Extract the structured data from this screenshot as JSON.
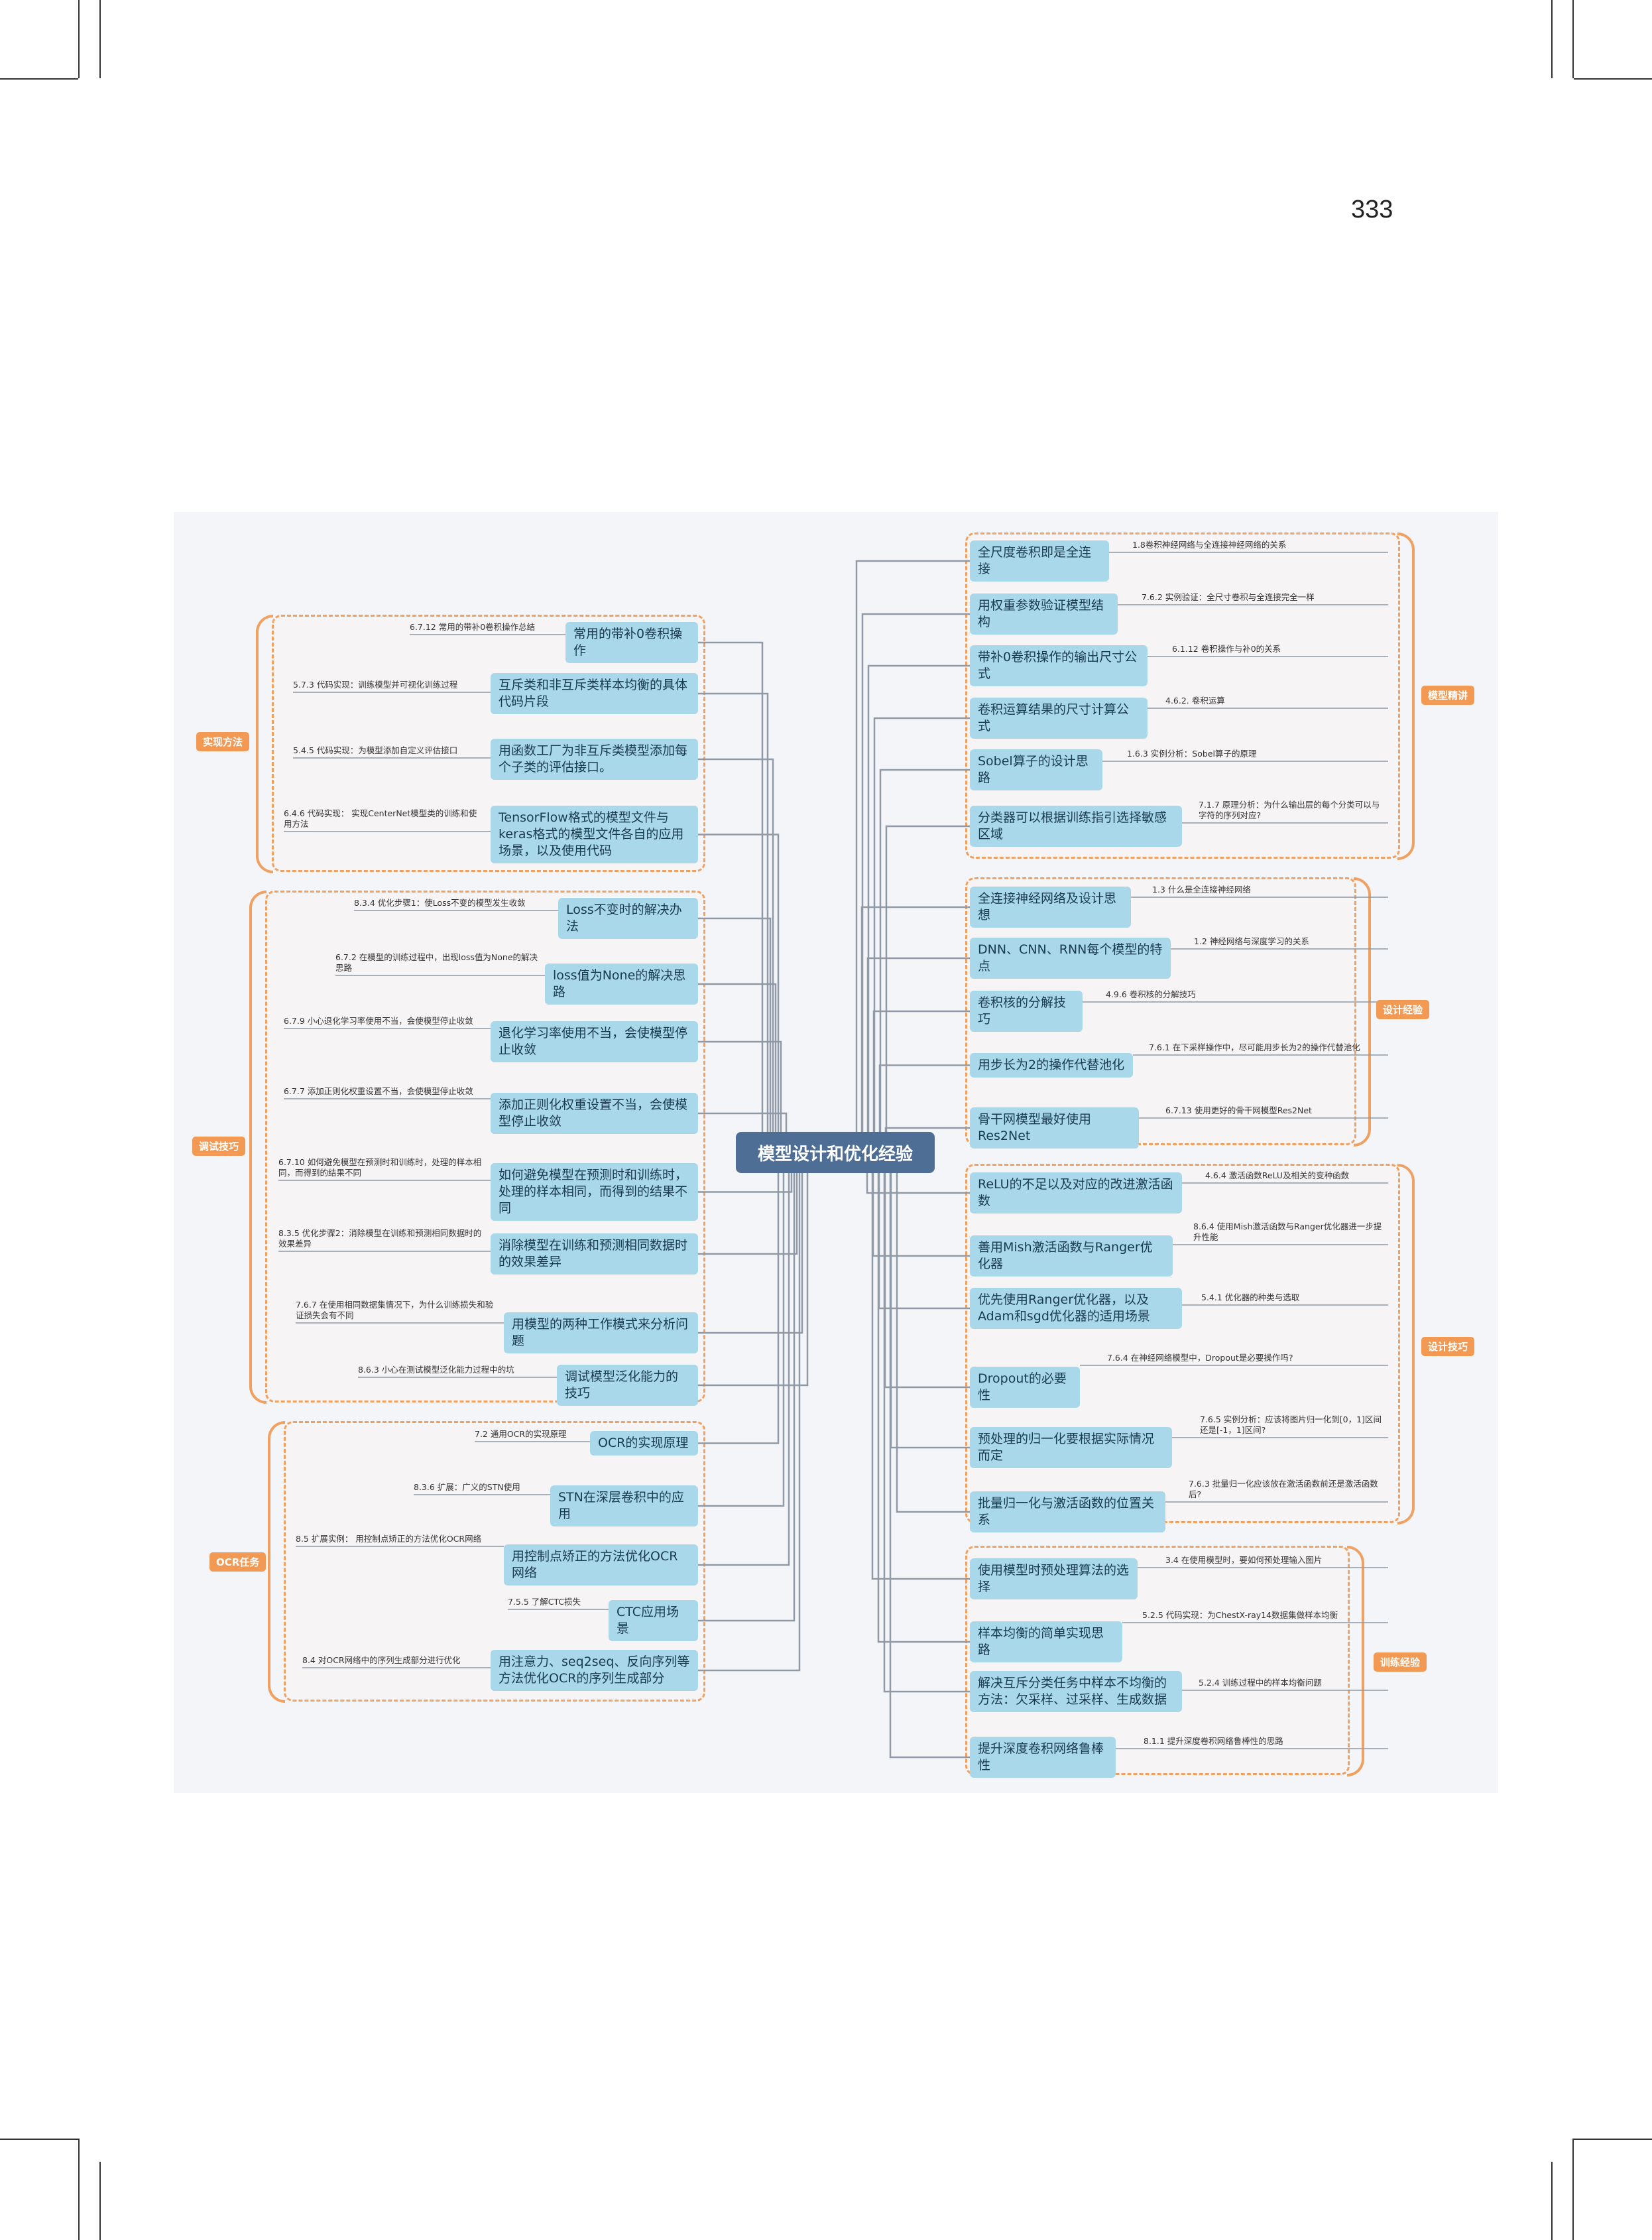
{
  "page_number": "333",
  "center": "模型设计和优化经验",
  "groups": [
    {
      "label": "实现方法",
      "nodes": [
        {
          "text": "常用的带补0卷积操作",
          "note": "6.7.12  常用的带补0卷积操作总结"
        },
        {
          "text": "互斥类和非互斥类样本均衡的具体代码片段",
          "note": "5.7.3  代码实现：训练模型并可视化训练过程"
        },
        {
          "text": "用函数工厂为非互斥类模型添加每个子类的评估接口。",
          "note": "5.4.5  代码实现：为模型添加自定义评估接口"
        },
        {
          "text": "TensorFlow格式的模型文件与keras格式的模型文件各自的应用场景，以及使用代码",
          "note": "6.4.6  代码实现：  实现CenterNet模型类的训练和使用方法"
        }
      ]
    },
    {
      "label": "调试技巧",
      "nodes": [
        {
          "text": "Loss不变时的解决办法",
          "note": "8.3.4  优化步骤1：使Loss不变的模型发生收敛"
        },
        {
          "text": "loss值为None的解决思路",
          "note": "6.7.2  在模型的训练过程中，出现loss值为None的解决思路"
        },
        {
          "text": "退化学习率使用不当，会使模型停止收敛",
          "note": "6.7.9  小心退化学习率使用不当，会使模型停止收敛"
        },
        {
          "text": "添加正则化权重设置不当，会使模型停止收敛",
          "note": "6.7.7  添加正则化权重设置不当，会使模型停止收敛"
        },
        {
          "text": "如何避免模型在预测时和训练时，处理的样本相同，而得到的结果不同",
          "note": "6.7.10  如何避免模型在预测时和训练时，处理的样本相同，而得到的结果不同"
        },
        {
          "text": "消除模型在训练和预测相同数据时的效果差异",
          "note": "8.3.5  优化步骤2：消除模型在训练和预测相同数据时的效果差异"
        },
        {
          "text": "用模型的两种工作模式来分析问题",
          "note": "7.6.7  在使用相同数据集情况下，为什么训练损失和验证损失会有不同"
        },
        {
          "text": "调试模型泛化能力的技巧",
          "note": "8.6.3  小心在测试模型泛化能力过程中的坑"
        }
      ]
    },
    {
      "label": "OCR任务",
      "nodes": [
        {
          "text": "OCR的实现原理",
          "note": "7.2 通用OCR的实现原理"
        },
        {
          "text": "STN在深层卷积中的应用",
          "note": "8.3.6  扩展：广义的STN使用"
        },
        {
          "text": "用控制点矫正的方法优化OCR网络",
          "note": "8.5 扩展实例：  用控制点矫正的方法优化OCR网络"
        },
        {
          "text": "CTC应用场景",
          "note": "7.5.5  了解CTC损失"
        },
        {
          "text": "用注意力、seq2seq、反向序列等方法优化OCR的序列生成部分",
          "note": "8.4 对OCR网络中的序列生成部分进行优化"
        }
      ]
    },
    {
      "label": "模型精讲",
      "nodes": [
        {
          "text": "全尺度卷积即是全连接",
          "note": "1.8卷积神经网络与全连接神经网络的关系"
        },
        {
          "text": "用权重参数验证模型结构",
          "note": "7.6.2  实例验证：全尺寸卷积与全连接完全一样"
        },
        {
          "text": "带补0卷积操作的输出尺寸公式",
          "note": "6.1.12  卷积操作与补0的关系"
        },
        {
          "text": "卷积运算结果的尺寸计算公式",
          "note": "4.6.2. 卷积运算"
        },
        {
          "text": "Sobel算子的设计思路",
          "note": "1.6.3  实例分析：Sobel算子的原理"
        },
        {
          "text": "分类器可以根据训练指引选择敏感区域",
          "note": "7.1.7  原理分析：为什么输出层的每个分类可以与字符的序列对应?"
        }
      ]
    },
    {
      "label": "设计经验",
      "nodes": [
        {
          "text": "全连接神经网络及设计思想",
          "note": "1.3  什么是全连接神经网络"
        },
        {
          "text": "DNN、CNN、RNN每个模型的特点",
          "note": "1.2  神经网络与深度学习的关系"
        },
        {
          "text": "卷积核的分解技巧",
          "note": "4.9.6  卷积核的分解技巧"
        },
        {
          "text": "用步长为2的操作代替池化",
          "note": "7.6.1  在下采样操作中，尽可能用步长为2的操作代替池化"
        },
        {
          "text": "骨干网模型最好使用Res2Net",
          "note": "6.7.13  使用更好的骨干网模型Res2Net"
        }
      ]
    },
    {
      "label": "设计技巧",
      "nodes": [
        {
          "text": "ReLU的不足以及对应的改进激活函数",
          "note": "4.6.4  激活函数ReLU及相关的变种函数"
        },
        {
          "text": "善用Mish激活函数与Ranger优化器",
          "note": "8.6.4  使用Mish激活函数与Ranger优化器进一步提升性能"
        },
        {
          "text": "优先使用Ranger优化器，以及Adam和sgd优化器的适用场景",
          "note": "5.4.1  优化器的种类与选取"
        },
        {
          "text": "Dropout的必要性",
          "note": "7.6.4  在神经网络模型中，Dropout是必要操作吗?"
        },
        {
          "text": "预处理的归一化要根据实际情况而定",
          "note": "7.6.5  实例分析：应该将图片归一化到[0，1]区间还是[-1，1]区间?"
        },
        {
          "text": "批量归一化与激活函数的位置关系",
          "note": "7.6.3  批量归一化应该放在激活函数前还是激活函数后?"
        }
      ]
    },
    {
      "label": "训练经验",
      "nodes": [
        {
          "text": "使用模型时预处理算法的选择",
          "note": "3.4  在使用模型时，要如何预处理输入图片"
        },
        {
          "text": "样本均衡的简单实现思路",
          "note": "5.2.5  代码实现：为ChestX-ray14数据集做样本均衡"
        },
        {
          "text": "解决互斥分类任务中样本不均衡的方法：欠采样、过采样、生成数据",
          "note": "5.2.4  训练过程中的样本均衡问题"
        },
        {
          "text": "提升深度卷积网络鲁棒性",
          "note": "8.1.1  提升深度卷积网络鲁棒性的思路"
        }
      ]
    }
  ]
}
